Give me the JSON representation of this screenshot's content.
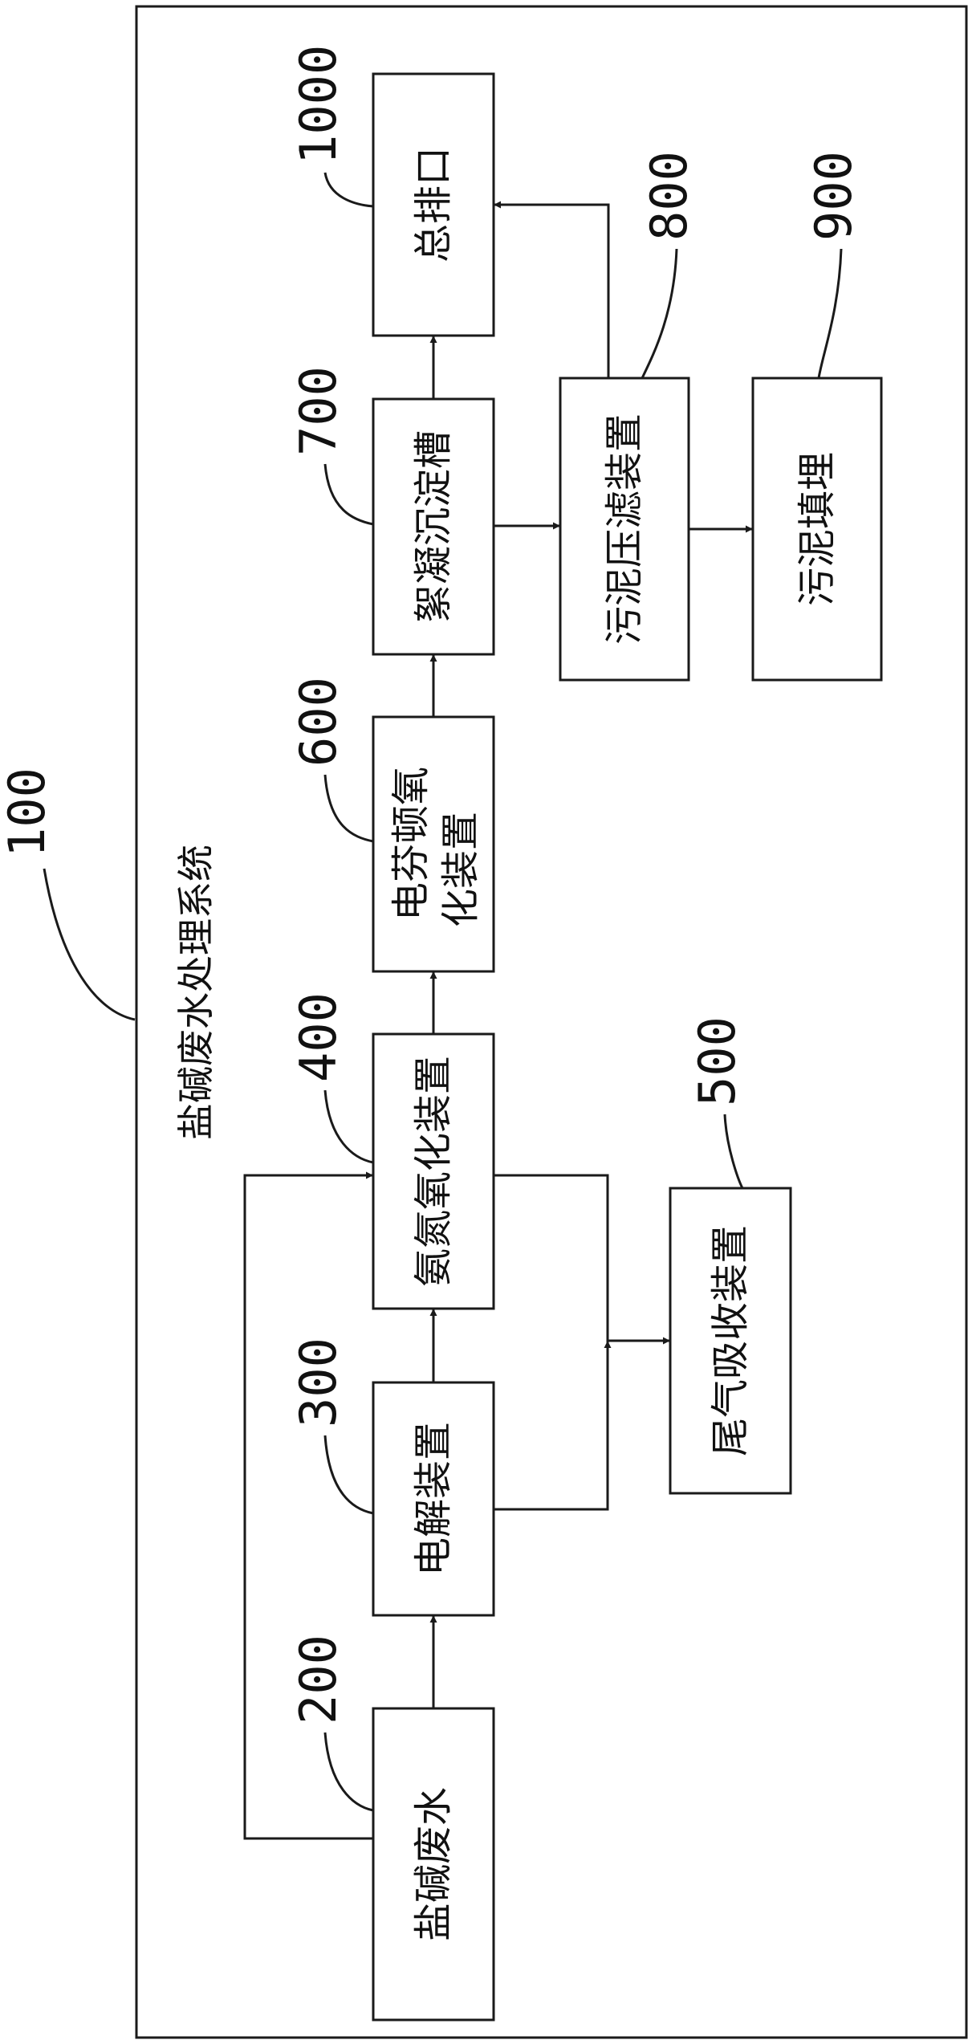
{
  "system": {
    "ref": "100",
    "label": "盐碱废水处理系统"
  },
  "nodes": [
    {
      "id": "200",
      "ref": "200",
      "lines": [
        "盐碱废水"
      ]
    },
    {
      "id": "300",
      "ref": "300",
      "lines": [
        "电解装置"
      ]
    },
    {
      "id": "400",
      "ref": "400",
      "lines": [
        "氨氮氧化装置"
      ]
    },
    {
      "id": "500",
      "ref": "500",
      "lines": [
        "尾气吸收装置"
      ]
    },
    {
      "id": "600",
      "ref": "600",
      "lines": [
        "电芬顿氧",
        "化装置"
      ]
    },
    {
      "id": "700",
      "ref": "700",
      "lines": [
        "絮凝沉淀槽"
      ]
    },
    {
      "id": "800",
      "ref": "800",
      "lines": [
        "污泥压滤装置"
      ]
    },
    {
      "id": "900",
      "ref": "900",
      "lines": [
        "污泥填埋"
      ]
    },
    {
      "id": "1000",
      "ref": "1000",
      "lines": [
        "总排口"
      ]
    }
  ],
  "edges": [
    {
      "from": "200",
      "to": "300"
    },
    {
      "from": "200",
      "to": "400"
    },
    {
      "from": "300",
      "to": "400"
    },
    {
      "from": "300",
      "to": "500"
    },
    {
      "from": "400",
      "to": "500"
    },
    {
      "from": "400",
      "to": "600"
    },
    {
      "from": "600",
      "to": "700"
    },
    {
      "from": "700",
      "to": "1000"
    },
    {
      "from": "700",
      "to": "800"
    },
    {
      "from": "800",
      "to": "1000"
    },
    {
      "from": "800",
      "to": "900"
    }
  ]
}
